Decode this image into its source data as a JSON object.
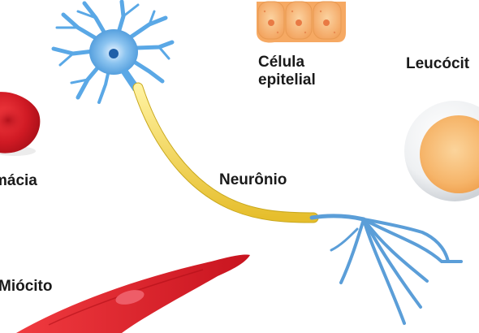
{
  "labels": {
    "hemacia": "mácia",
    "neuronio": "Neurônio",
    "epitelial_line1": "Célula",
    "epitelial_line2": "epitelial",
    "leucocito": "Leucócit",
    "miocito": "Miócito"
  },
  "colors": {
    "neuron_body": "#5aa8e6",
    "neuron_nucleus": "#1f5fa8",
    "myelin": "#f0d24a",
    "axon_terminal": "#5b9ed8",
    "red_cell": "#d8202b",
    "myocyte": "#e5222e",
    "epithelial": "#f7b474",
    "leukocyte": "#f8bf78"
  }
}
